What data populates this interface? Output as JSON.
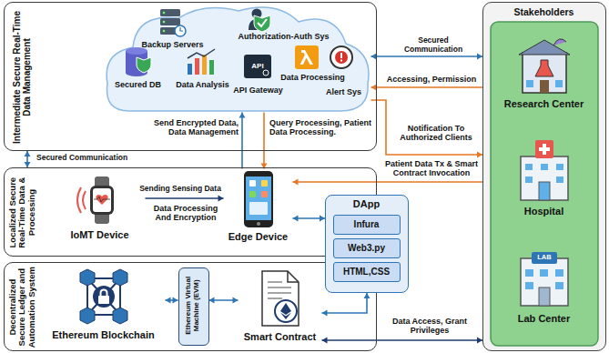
{
  "diagram": {
    "nodes": [
      {
        "text": [
          "Intermediate Secure Real-Time Data Management"
        ]
      },
      {
        "text": [
          "Backup Servers",
          "Authorization-Auth Sys",
          "Secured DB",
          "Data Analysis",
          "API Gateway",
          "Data Processing",
          "Alert Sys"
        ],
        "in": 0
      },
      {
        "text": [
          "Localized Secure Real-Time Data & Processing"
        ]
      },
      {
        "text": [
          "IoMT Device"
        ],
        "in": 2
      },
      {
        "text": [
          "Edge Device"
        ],
        "in": 2
      },
      {
        "text": [
          "Decentralized Secure Ledger and Automation System"
        ]
      },
      {
        "text": [
          "Ethereum Blockchain"
        ],
        "in": 5
      },
      {
        "text": [
          "Ethereum Virtual Machine (EVM)"
        ],
        "in": 5
      },
      {
        "text": [
          "Smart Contract"
        ],
        "in": 5
      },
      {
        "text": [
          "DApp"
        ]
      },
      {
        "text": [
          "Infura"
        ],
        "in": 9
      },
      {
        "text": [
          "Web3.py"
        ],
        "in": 9
      },
      {
        "text": [
          "HTML,CSS"
        ],
        "in": 9
      },
      {
        "text": [
          "Stakeholders"
        ]
      },
      {
        "text": [
          "Research Center"
        ],
        "in": 13
      },
      {
        "text": [
          "Hospital"
        ],
        "in": 13
      },
      {
        "text": [
          "Lab Center"
        ],
        "in": 13
      }
    ],
    "edges": [
      {
        "from": 3,
        "to": 4,
        "label": "Sending Sensing Data",
        "arrow": "to"
      },
      {
        "from": 4,
        "to": 1,
        "label": "Send Encrypted Data, Data Management",
        "arrow": "to"
      },
      {
        "from": 1,
        "to": 4,
        "label": "Query Processing, Patient Data Processing.",
        "arrow": "to"
      },
      {
        "from": 1,
        "to": 13,
        "label": "Secured Communication",
        "arrow": "both"
      },
      {
        "from": 13,
        "to": 1,
        "label": "Accessing, Permission",
        "arrow": "to"
      },
      {
        "from": 1,
        "to": 13,
        "label": "Notification To Authorized Clients",
        "arrow": "to"
      },
      {
        "from": 13,
        "to": 4,
        "label": "Patient Data Tx & Smart Contract Invocation",
        "arrow": "to"
      },
      {
        "from": 4,
        "to": 9,
        "arrow": "both"
      },
      {
        "from": 9,
        "to": 8,
        "arrow": "both"
      },
      {
        "from": 8,
        "to": 13,
        "label": "Data Access, Grant Privileges",
        "arrow": "both"
      },
      {
        "from": 6,
        "to": 7,
        "arrow": "both"
      },
      {
        "from": 7,
        "to": 8,
        "arrow": "both"
      },
      {
        "from": 0,
        "to": 2,
        "label": "Secured Communication",
        "arrow": "both"
      }
    ],
    "labels": [
      "Data Processing And Encryption",
      "API",
      "LAB"
    ]
  }
}
